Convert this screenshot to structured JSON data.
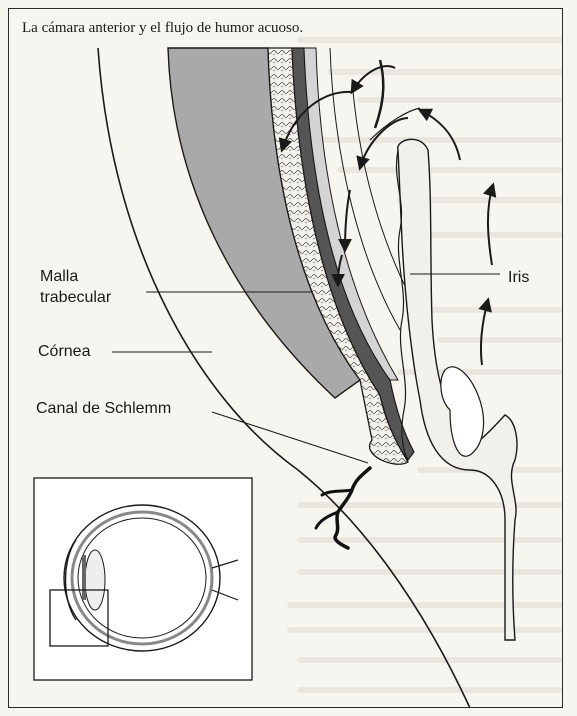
{
  "caption": "La cámara anterior y el flujo de humor acuoso.",
  "labels": {
    "malla_line1": "Malla",
    "malla_line2": "trabecular",
    "cornea": "Córnea",
    "canal": "Canal de Schlemm",
    "iris": "Iris"
  },
  "colors": {
    "paper": "#f7f5f0",
    "ink": "#1a1a1a",
    "cornea_fill": "#a9a9a9",
    "dark_band": "#555555",
    "light_band": "#d4d4d4"
  }
}
